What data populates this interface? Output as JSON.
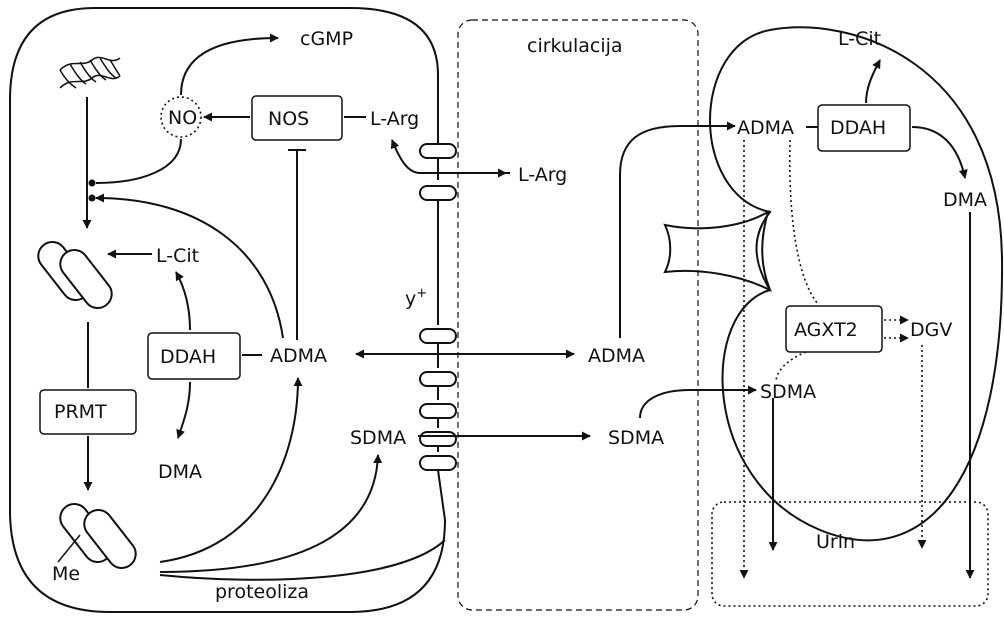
{
  "labels": {
    "cgmp": "cGMP",
    "no": "NO",
    "nos": "NOS",
    "larg_cell": "L-Arg",
    "larg_circ": "L-Arg",
    "lcit_cell": "L-Cit",
    "ddah_cell": "DDAH",
    "adma_cell": "ADMA",
    "prmt": "PRMT",
    "dma_cell": "DMA",
    "sdma_cell": "SDMA",
    "me": "Me",
    "proteoliza": "proteoliza",
    "yplus": "y",
    "yplus_sup": "+",
    "cirkulacija": "cirkulacija",
    "adma_circ": "ADMA",
    "sdma_circ": "SDMA",
    "lcit_kidney": "L-Cit",
    "adma_kidney": "ADMA",
    "ddah_kidney": "DDAH",
    "dma_kidney": "DMA",
    "agxt2": "AGXT2",
    "dgv": "DGV",
    "sdma_kidney": "SDMA",
    "urin": "Urin"
  }
}
